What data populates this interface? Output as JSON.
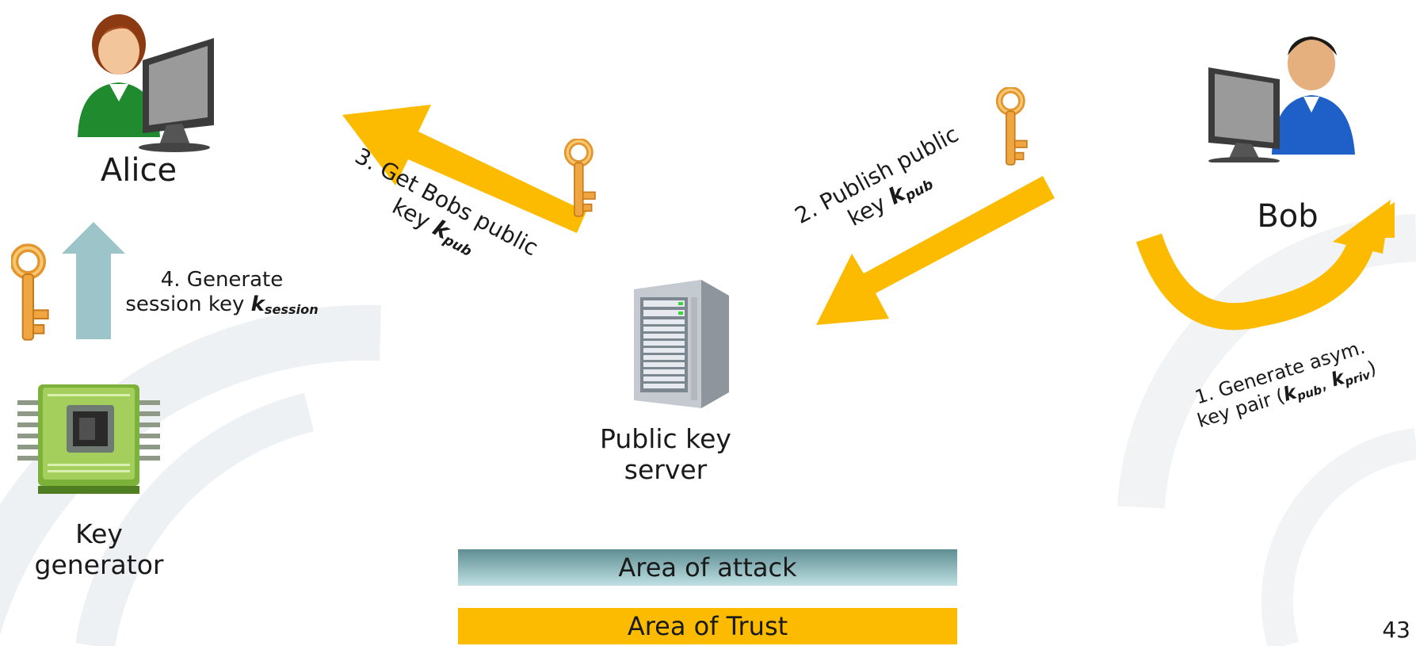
{
  "actors": {
    "alice": {
      "name": "Alice"
    },
    "bob": {
      "name": "Bob"
    }
  },
  "server": {
    "label_line1": "Public key",
    "label_line2": "server"
  },
  "keygen": {
    "label_line1": "Key",
    "label_line2": "generator"
  },
  "steps": {
    "step1": {
      "line1": "1. Generate asym.",
      "line2_prefix": "key pair (",
      "k": "k",
      "pub": "pub",
      "sep": ", ",
      "priv": "priv",
      "line2_suffix": ")"
    },
    "step2": {
      "line1": "2. Publish public",
      "line2_prefix": "key ",
      "k": "k",
      "sub": "pub"
    },
    "step3": {
      "line1": "3. Get Bobs public",
      "line2_prefix": "key ",
      "k": "k",
      "sub": "pub"
    },
    "step4": {
      "line1": "4. Generate",
      "line2_prefix": "session key ",
      "k": "k",
      "sub": "session"
    }
  },
  "legend": {
    "attack": "Area of attack",
    "trust": "Area of Trust"
  },
  "page_number": "43",
  "colors": {
    "trust_arrow": "#FDBB00",
    "attack_arrow": "#9DC4C8",
    "attack_bar_top": "#5E8E93",
    "attack_bar_bottom": "#BFE0E2",
    "key_gold": "#F2A93B",
    "watermark": "#EEF1F3"
  },
  "icons": {
    "alice": "person-with-computer-icon",
    "bob": "person-with-computer-icon",
    "server": "server-tower-icon",
    "keygen": "chip-icon",
    "key": "key-icon"
  }
}
